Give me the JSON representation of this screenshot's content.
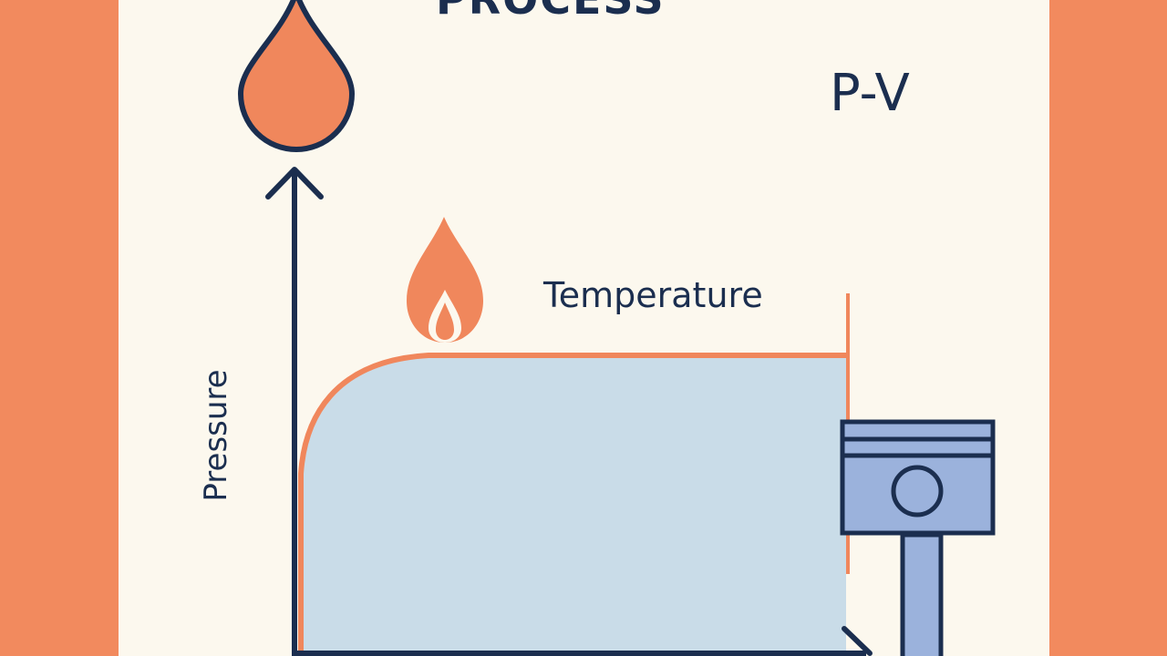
{
  "title": "PROCESS",
  "diagram_label": "P-V",
  "curve_label": "Temperature",
  "y_axis_label": "Pressure",
  "colors": {
    "background": "#f28a5e",
    "panel": "#fcf8ee",
    "ink": "#1b2e4f",
    "accent": "#f0875c",
    "area_fill": "#c9dce8",
    "piston": "#9bb2dc"
  },
  "icons": [
    "droplet-icon",
    "flame-icon",
    "piston-icon"
  ]
}
